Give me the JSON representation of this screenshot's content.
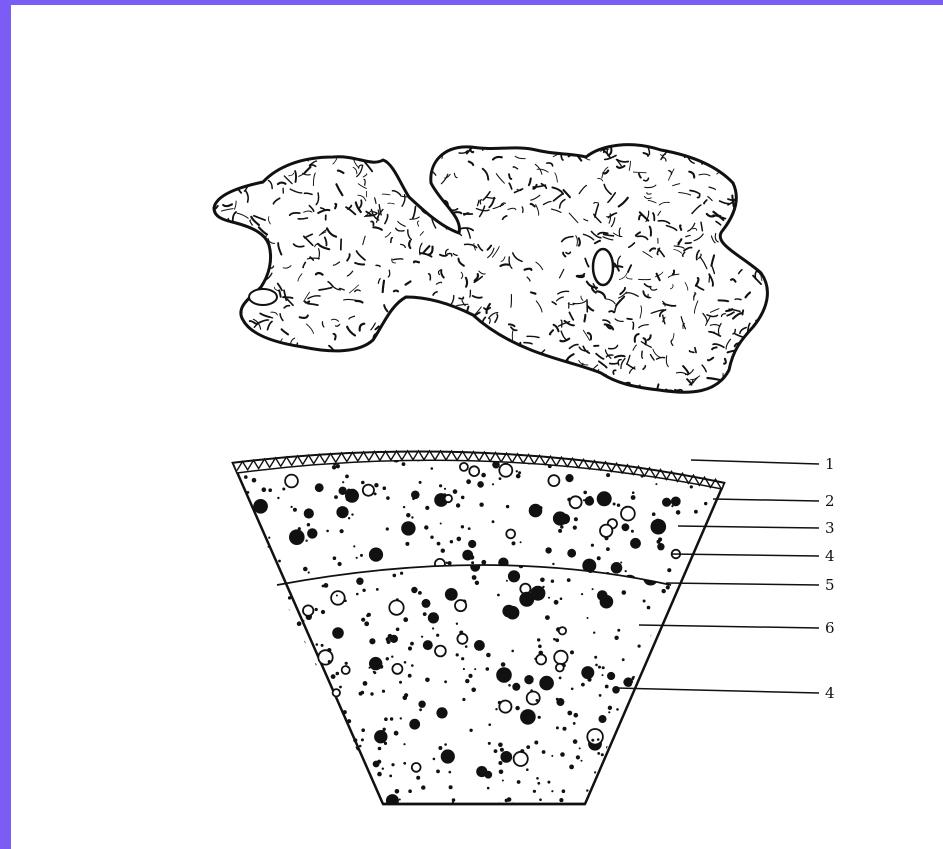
{
  "colors": {
    "frame": "#7b5cf5",
    "background": "#ffffff",
    "ink": "#111111"
  },
  "labels": [
    "1",
    "2",
    "3",
    "4",
    "5",
    "6",
    "4"
  ]
}
